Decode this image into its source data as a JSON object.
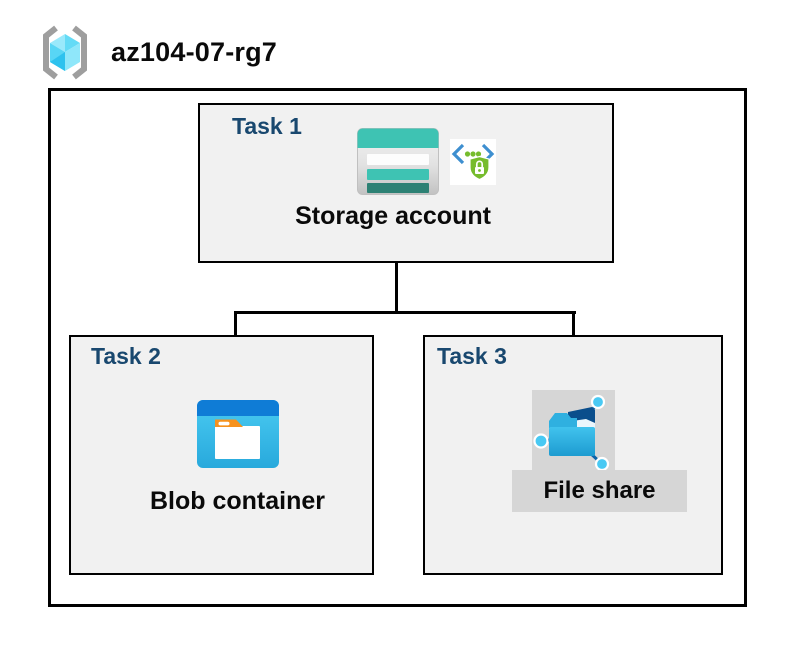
{
  "header": {
    "resource_group_name": "az104-07-rg7",
    "icon": "azure-resource-group-icon"
  },
  "diagram": {
    "type": "azure-resource-group-diagram",
    "tasks": [
      {
        "label": "Task 1",
        "resource": "Storage account",
        "icons": [
          "storage-account-icon",
          "shared-access-signature-lock-icon"
        ]
      },
      {
        "label": "Task 2",
        "resource": "Blob container",
        "icons": [
          "blob-container-icon"
        ]
      },
      {
        "label": "Task 3",
        "resource": "File share",
        "icons": [
          "file-share-icon"
        ],
        "highlighted": true
      }
    ],
    "connections": [
      {
        "from": "Storage account",
        "to": "Blob container"
      },
      {
        "from": "Storage account",
        "to": "File share"
      }
    ]
  },
  "colors": {
    "task_label_blue": "#19486F",
    "task_box_fill": "#F1F1F1",
    "border_black": "#000000",
    "storage_teal": "#3EC3B3",
    "storage_teal_dark": "#2D8174",
    "blob_header_blue": "#0F7CD6",
    "blob_body_cyan": "#3EC4EE",
    "folder_tab_orange": "#F6921E",
    "sas_shield_green": "#76BC2D",
    "sas_bracket_blue": "#3E8FD0",
    "file_share_navy": "#0A4E8C",
    "file_share_cyan": "#2FAEDF",
    "network_node_cyan": "#49C9F3",
    "highlight_gray": "#D6D6D6",
    "rg_cube_cyan": "#58D6F5",
    "rg_bracket_gray": "#9E9E9E"
  }
}
